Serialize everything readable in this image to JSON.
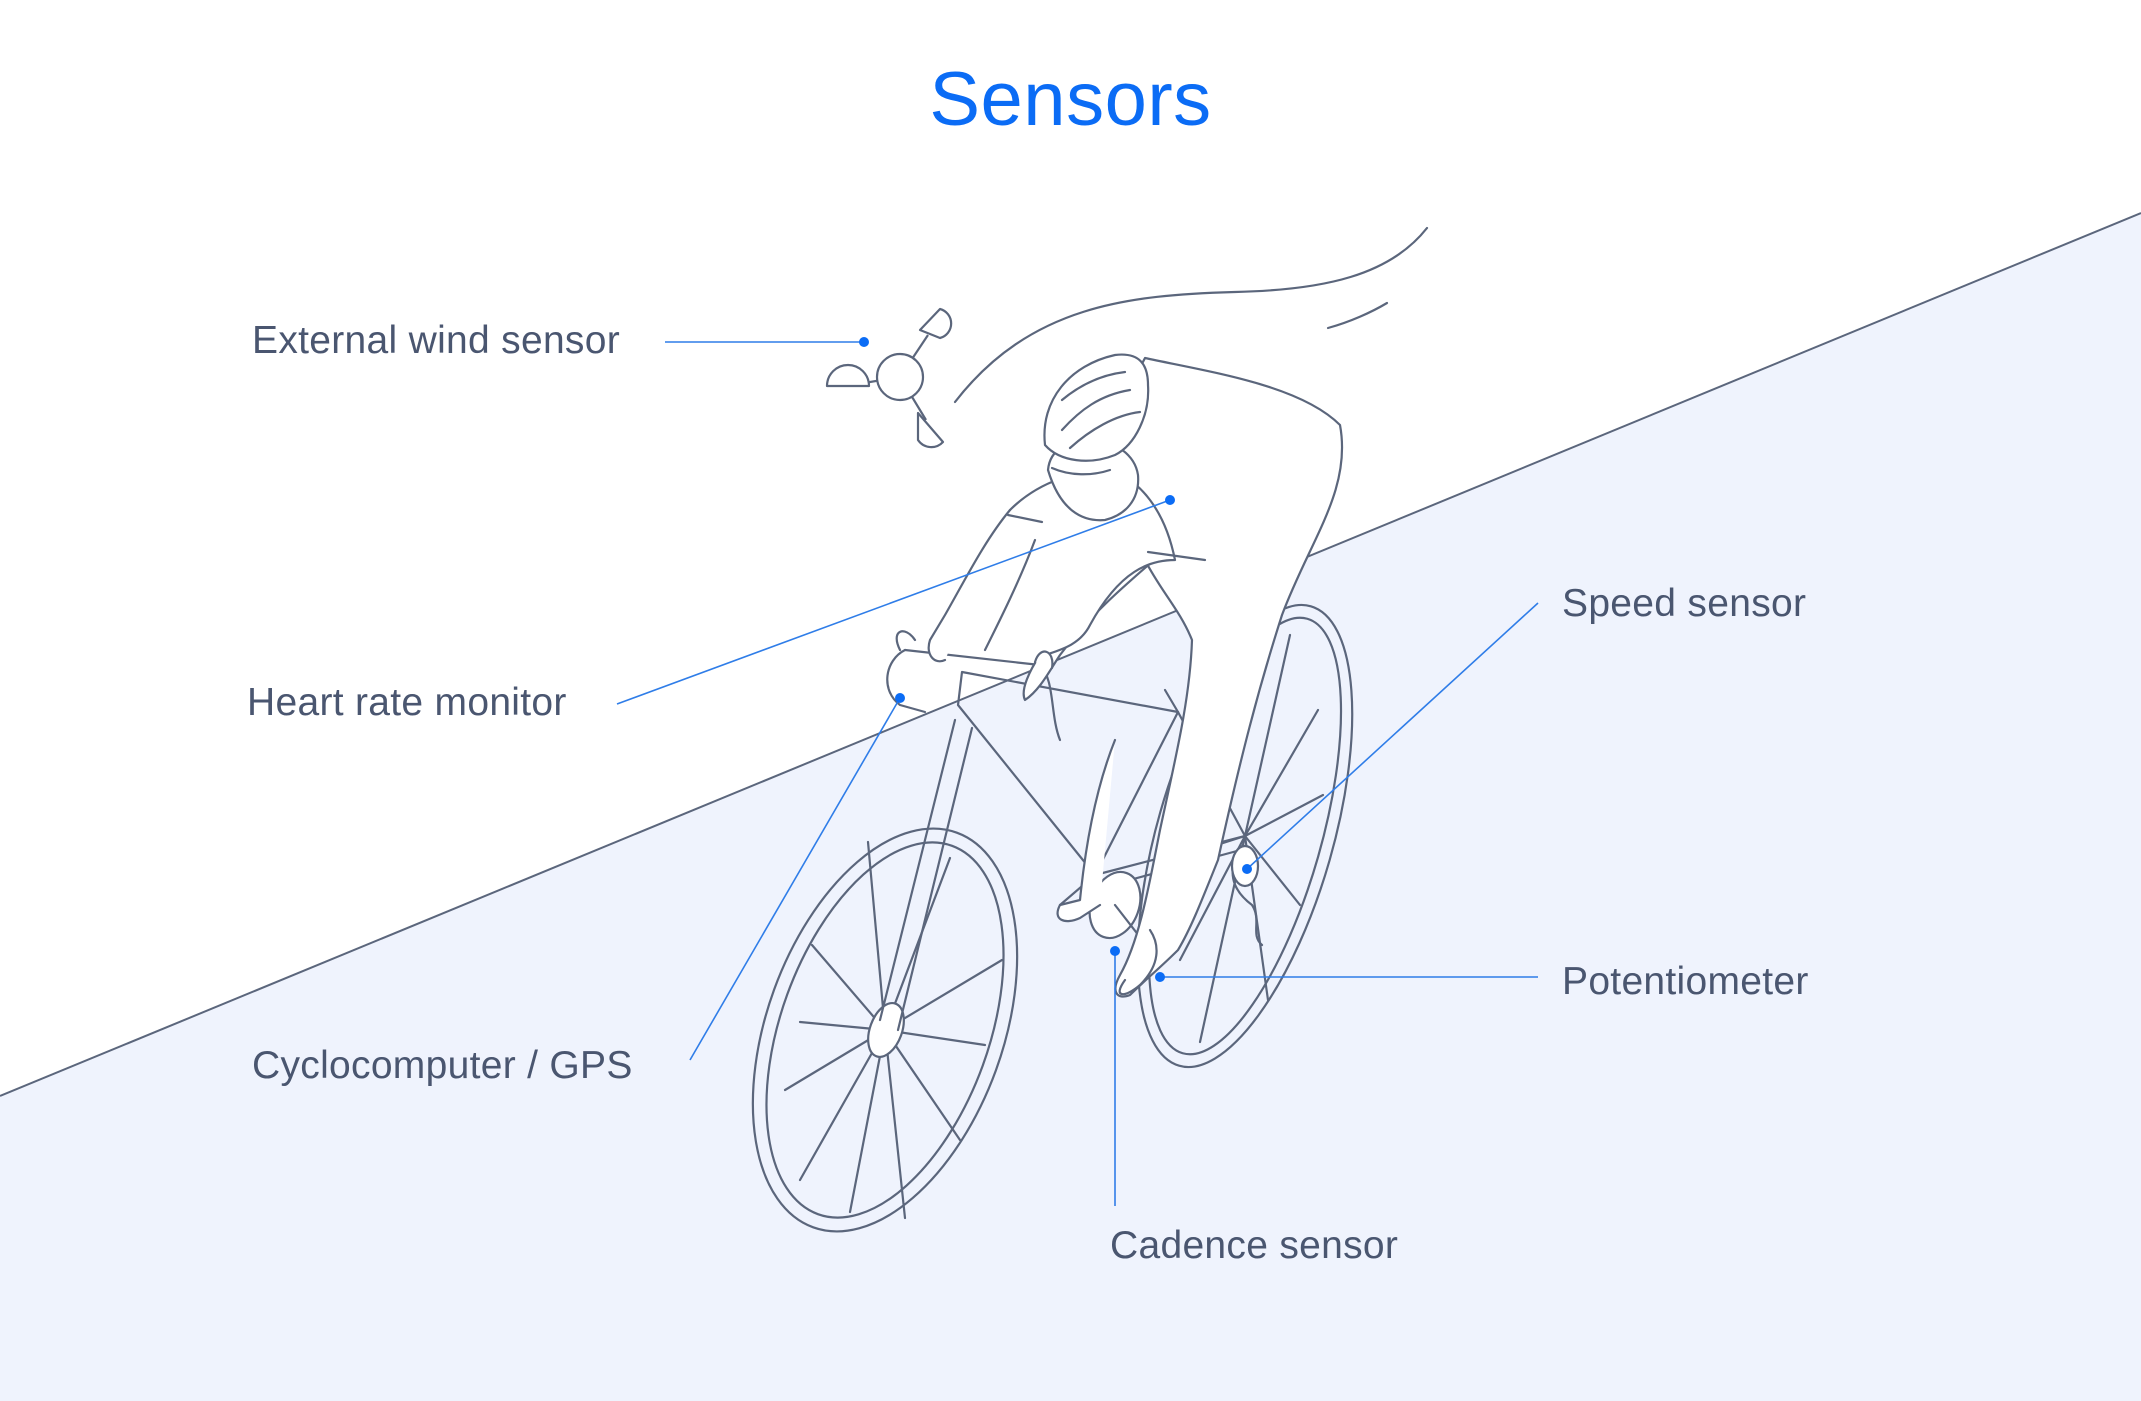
{
  "title": "Sensors",
  "colors": {
    "title": "#0b6cf5",
    "label_text": "#4a5670",
    "leader_line": "#2f7de8",
    "sensor_dot": "#0b6cf5",
    "outline": "#5b667c",
    "ground": "#eff3fd",
    "background": "#ffffff"
  },
  "sensors": [
    {
      "id": "wind",
      "label": "External wind sensor",
      "icon": "wind-sensor-icon"
    },
    {
      "id": "heart",
      "label": "Heart rate monitor",
      "icon": "heart-rate-monitor-icon"
    },
    {
      "id": "gps",
      "label": "Cyclocomputer / GPS",
      "icon": "cyclocomputer-icon"
    },
    {
      "id": "speed",
      "label": "Speed sensor",
      "icon": "speed-sensor-icon"
    },
    {
      "id": "potentiometer",
      "label": "Potentiometer",
      "icon": "potentiometer-icon"
    },
    {
      "id": "cadence",
      "label": "Cadence sensor",
      "icon": "cadence-sensor-icon"
    }
  ],
  "illustration": "cyclist-on-road-bike-icon"
}
